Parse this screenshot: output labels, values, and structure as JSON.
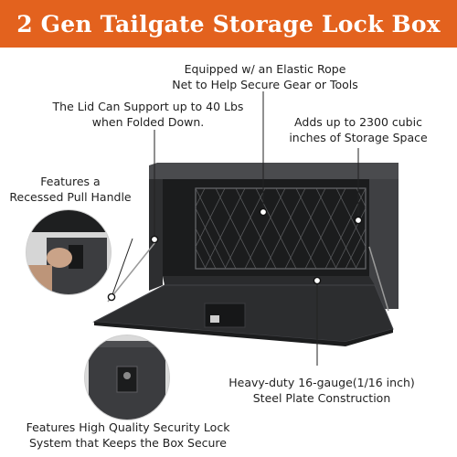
{
  "title": "2 Gen Tailgate Storage Lock Box",
  "colors": {
    "banner": "#e3621e",
    "box": "#3a3b3d",
    "text": "#1f1f1f"
  },
  "callouts": {
    "rope": {
      "line1": "Equipped w/ an Elastic Rope",
      "line2": "Net to Help Secure Gear or Tools"
    },
    "lid": {
      "line1": "The Lid Can Support up to 40 Lbs",
      "line2": "when Folded Down."
    },
    "storage": {
      "line1": "Adds up to 2300 cubic",
      "line2": "inches of Storage Space"
    },
    "handle": {
      "line1": "Features a",
      "line2": "Recessed Pull Handle"
    },
    "steel": {
      "line1": "Heavy-duty 16-gauge(1/16 inch)",
      "line2": "Steel Plate Construction"
    },
    "lock": {
      "line1": "Features High Quality Security Lock",
      "line2": "System that Keeps the Box Secure"
    }
  }
}
